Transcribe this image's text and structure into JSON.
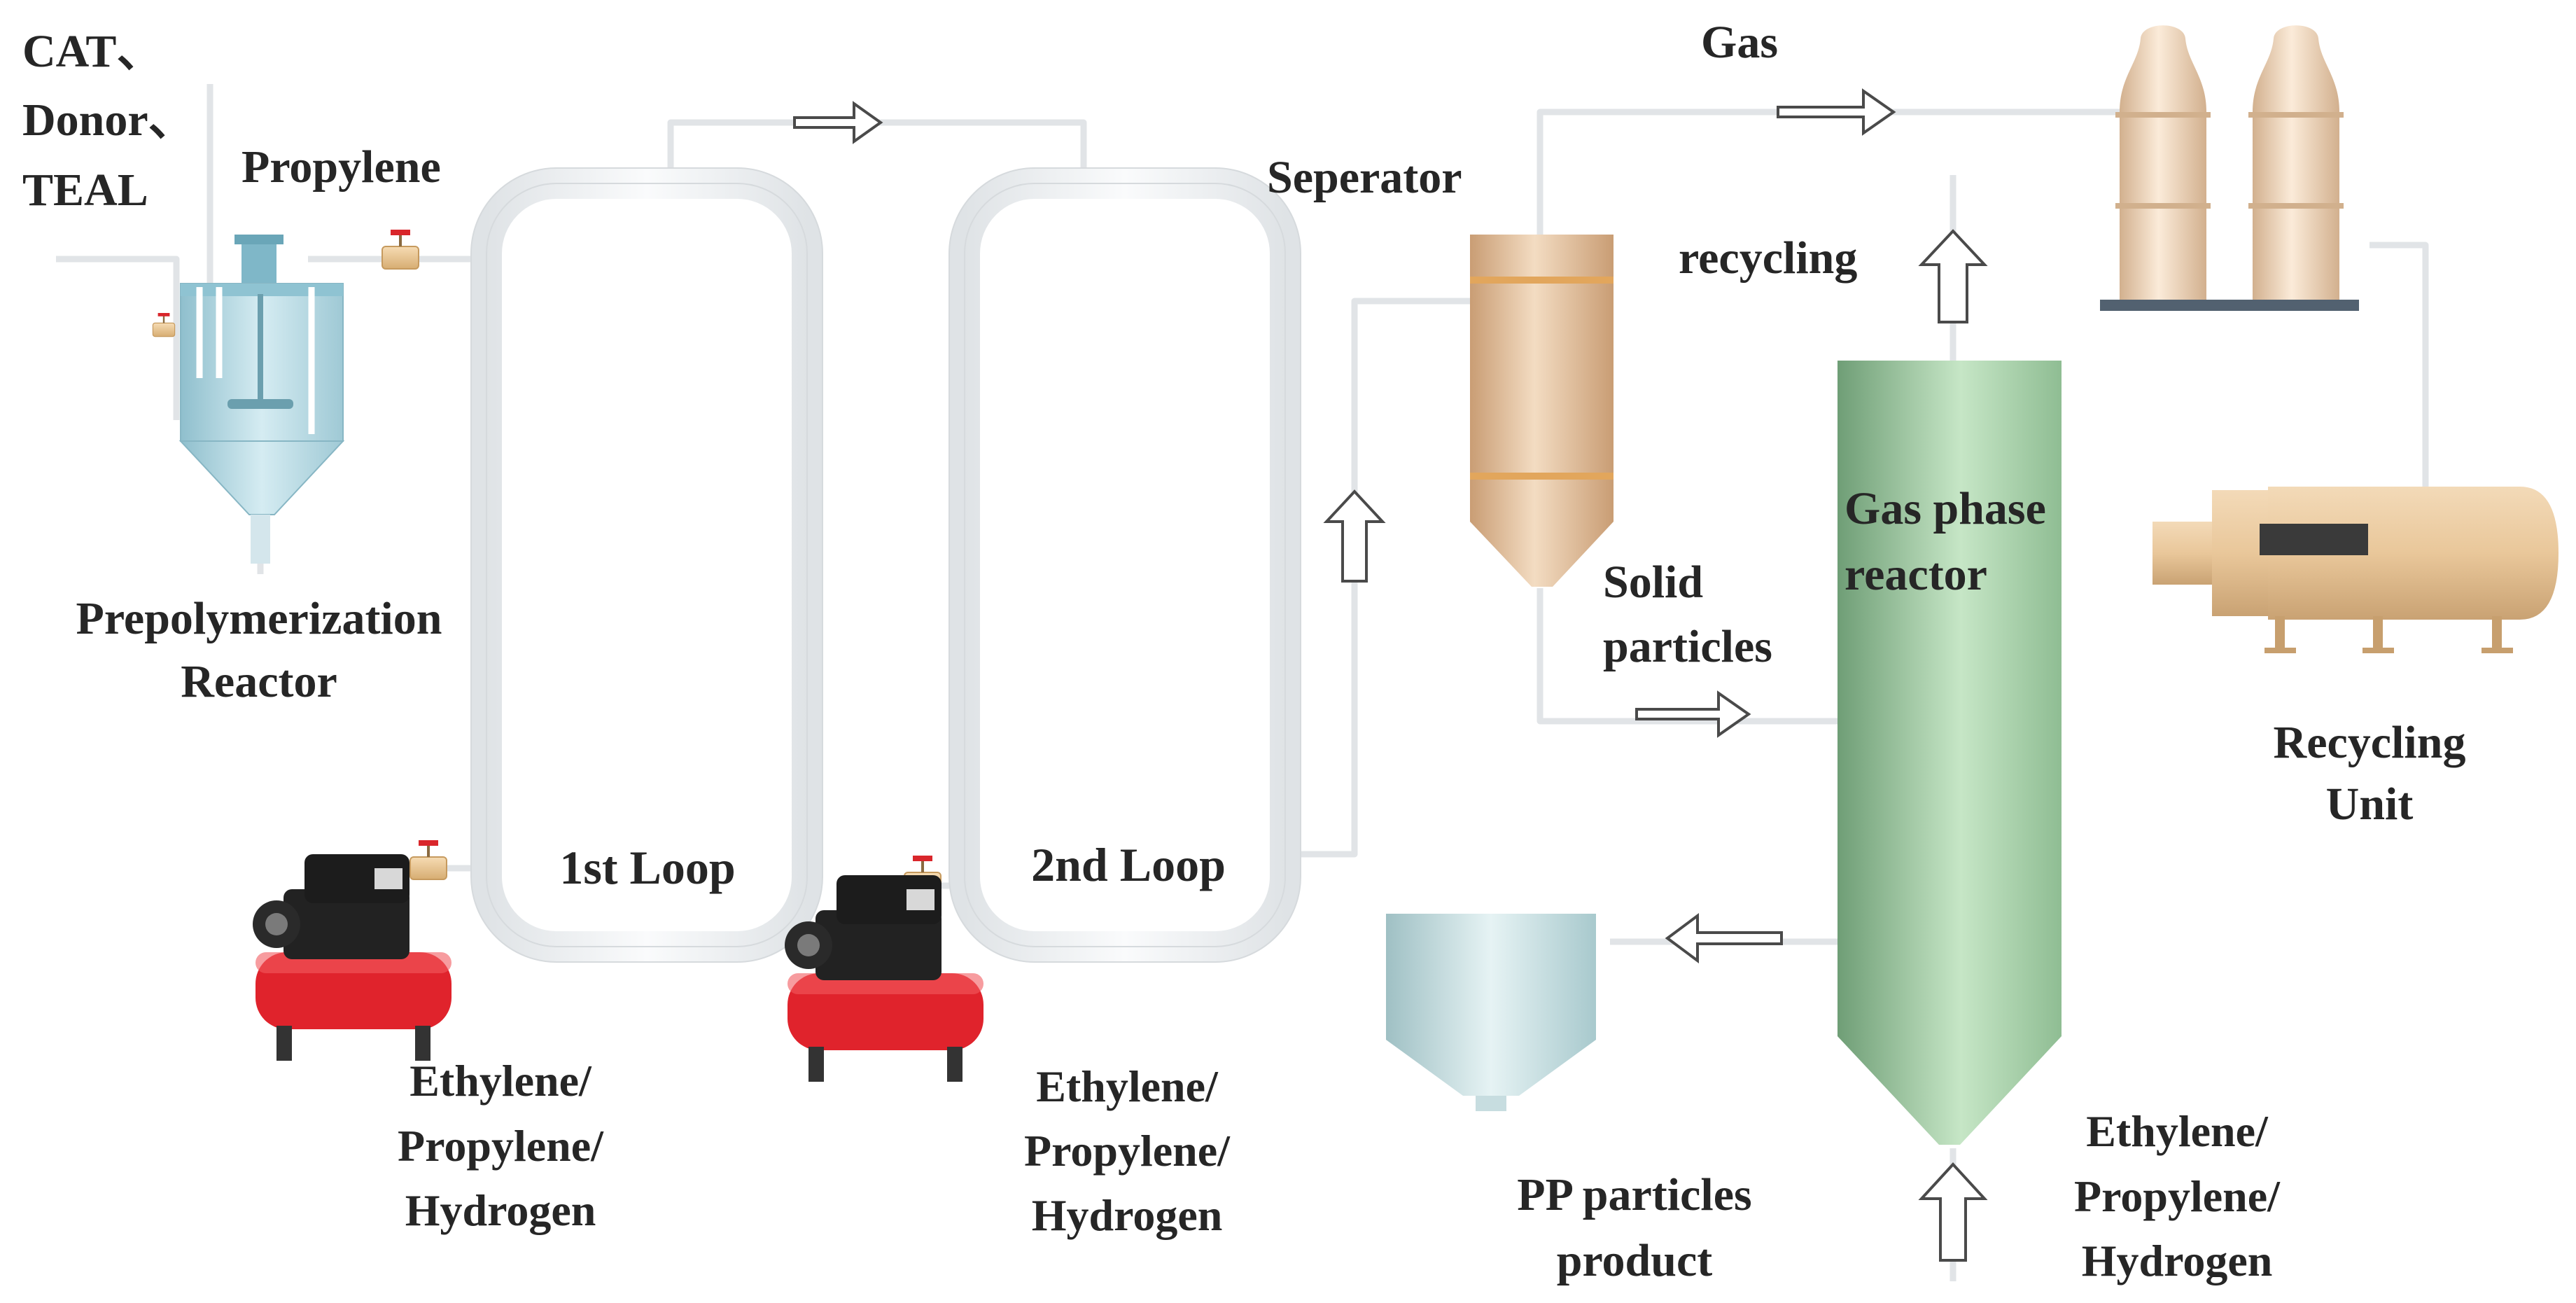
{
  "labels": {
    "cat": "CAT、",
    "donor": "Donor、",
    "teal": "TEAL",
    "propylene": "Propylene",
    "prepoly_1": "Prepolymerization",
    "prepoly_2": "Reactor",
    "loop1": "1st Loop",
    "loop2": "2nd Loop",
    "feed_a": [
      "Ethylene/",
      "Propylene/",
      "Hydrogen"
    ],
    "feed_b": [
      "Ethylene/",
      "Propylene/",
      "Hydrogen"
    ],
    "feed_c": [
      "Ethylene/",
      "Propylene/",
      "Hydrogen"
    ],
    "seperator": "Seperator",
    "gas": "Gas",
    "recycling": "recycling",
    "solid_1": "Solid",
    "solid_2": "particles",
    "gpr_1": "Gas phase",
    "gpr_2": "reactor",
    "recycling_unit_1": "Recycling",
    "recycling_unit_2": "Unit",
    "pp_1": "PP particles",
    "pp_2": "product"
  },
  "colors": {
    "pipe": "#e1e4e7",
    "loop": "#e9ecef",
    "prepoly_vessel": "#a8d0dc",
    "separator": "#d9b48c",
    "gas_phase_reactor": "#9cc8a0",
    "recycling_tanks": "#e8cdb0",
    "recycling_unit": "#e2c092",
    "product_hopper": "#c5dde0",
    "compressor_red": "#e0232c",
    "valve": "#e8c48e",
    "text": "#262626"
  },
  "icons": [
    "flow-arrow-icon",
    "compressor-icon",
    "valve-icon"
  ]
}
